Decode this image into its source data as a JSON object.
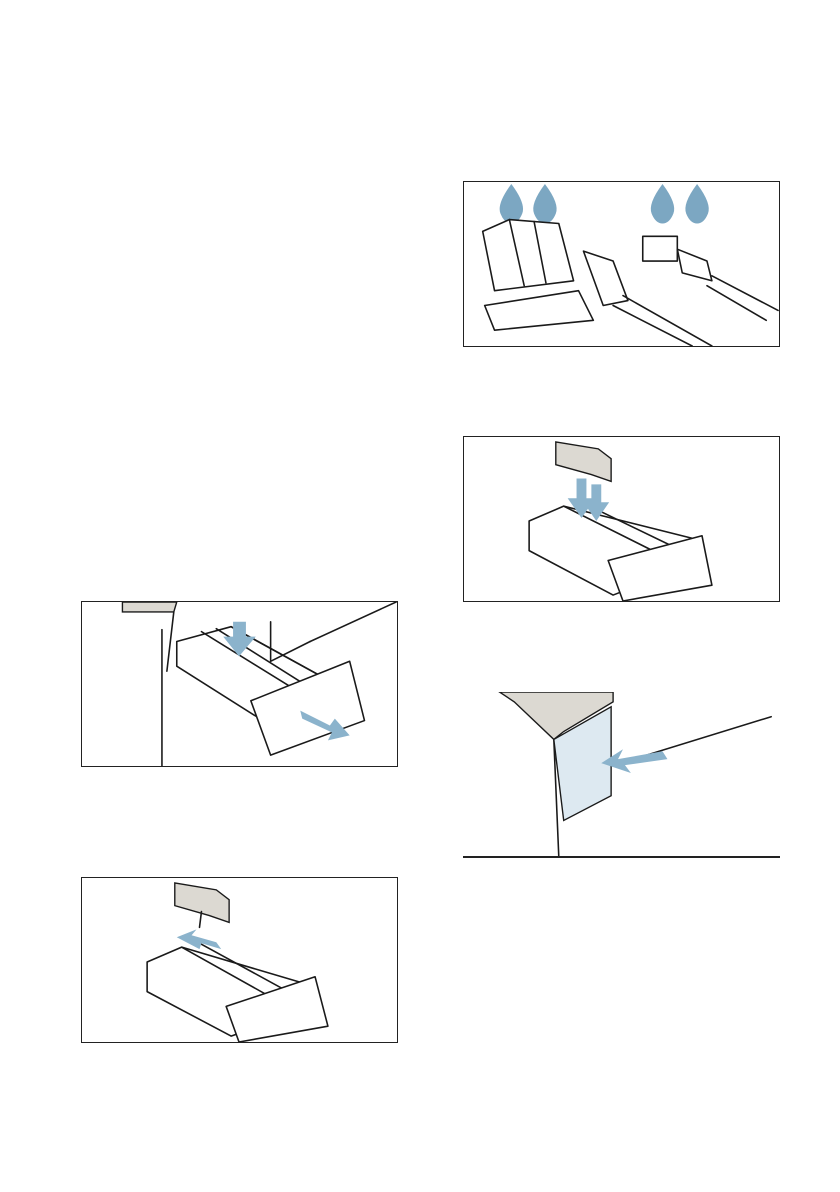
{
  "page": {
    "footer_text": "",
    "figures": [
      {
        "name": "figure-remove-drawer"
      },
      {
        "name": "figure-detach-insert"
      },
      {
        "name": "figure-clean-insert"
      },
      {
        "name": "figure-reattach-insert"
      },
      {
        "name": "figure-push-drawer-in"
      }
    ]
  }
}
